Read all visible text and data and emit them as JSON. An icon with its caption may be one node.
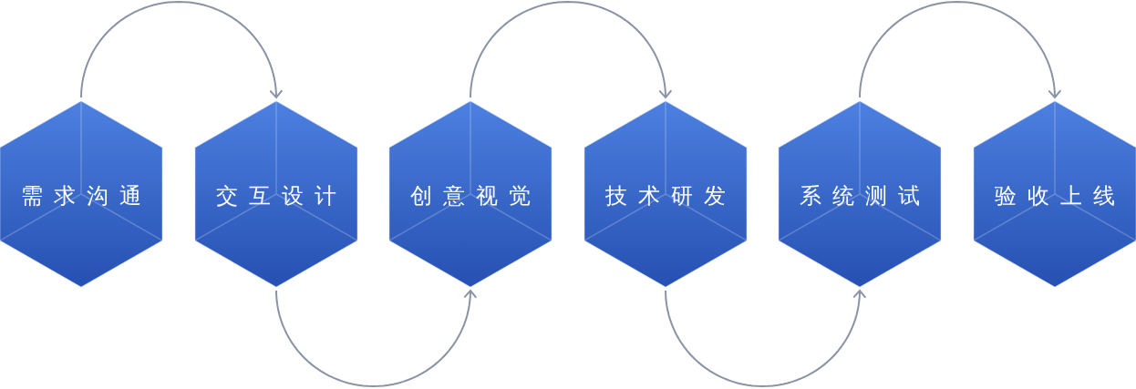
{
  "diagram": {
    "nodes": [
      {
        "text": [
          "需求沟通"
        ]
      },
      {
        "text": [
          "交互设计"
        ]
      },
      {
        "text": [
          "创意视觉"
        ]
      },
      {
        "text": [
          "技术研发"
        ]
      },
      {
        "text": [
          "系统测试"
        ]
      },
      {
        "text": [
          "验收上线"
        ]
      }
    ],
    "edges": [
      {
        "from": 0,
        "to": 1,
        "arrow": "to"
      },
      {
        "from": 1,
        "to": 2,
        "arrow": "to"
      },
      {
        "from": 2,
        "to": 3,
        "arrow": "to"
      },
      {
        "from": 3,
        "to": 4,
        "arrow": "to"
      },
      {
        "from": 4,
        "to": 5,
        "arrow": "to"
      }
    ]
  }
}
